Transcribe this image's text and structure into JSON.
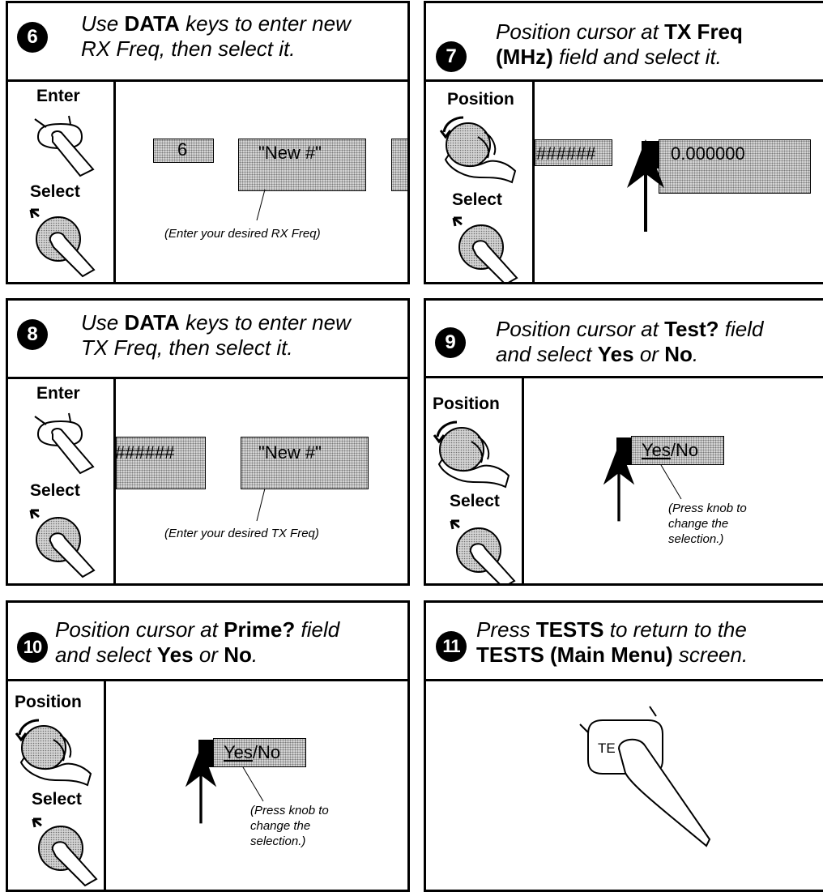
{
  "steps": {
    "s6": {
      "number": "6",
      "line1_a": "Use",
      "line1_b": "DATA",
      "line1_c": "keys to enter new",
      "line2": "RX Freq, then select it.",
      "enter_label": "Enter",
      "select_label": "Select",
      "field_value": "6",
      "field_new": "\"New #\"",
      "note": "(Enter your desired RX Freq)"
    },
    "s7": {
      "number": "7",
      "line1_a": "Position cursor at",
      "line1_b": "TX Freq",
      "line2_a": "(MHz)",
      "line2_b": "field and select it.",
      "position_label": "Position",
      "select_label": "Select",
      "field_hash": "######",
      "field_value": "0.000000"
    },
    "s8": {
      "number": "8",
      "line1_a": "Use",
      "line1_b": "DATA",
      "line1_c": "keys to enter new",
      "line2": "TX Freq, then select it.",
      "enter_label": "Enter",
      "select_label": "Select",
      "field_hash": "######",
      "field_new": "\"New #\"",
      "note": "(Enter your desired TX Freq)"
    },
    "s9": {
      "number": "9",
      "line1_a": "Position cursor at",
      "line1_b": "Test?",
      "line1_c": "field",
      "line2_a": "and select",
      "line2_b": "Yes",
      "line2_c": "or",
      "line2_d": "No",
      "line2_e": ".",
      "position_label": "Position",
      "select_label": "Select",
      "field_yes": "Yes",
      "field_rest": "/No",
      "note1": "(Press knob to",
      "note2": "change the",
      "note3": "selection.)"
    },
    "s10": {
      "number": "10",
      "line1_a": "Position cursor at",
      "line1_b": "Prime?",
      "line1_c": "field",
      "line2_a": "and select",
      "line2_b": "Yes",
      "line2_c": "or",
      "line2_d": "No",
      "line2_e": ".",
      "position_label": "Position",
      "select_label": "Select",
      "field_yes": "Yes",
      "field_rest": "/No",
      "note1": "(Press knob to",
      "note2": "change the",
      "note3": "selection.)"
    },
    "s11": {
      "number": "11",
      "line1_a": "Press",
      "line1_b": "TESTS",
      "line1_c": "to return to the",
      "line2_a": "TESTS (Main Menu)",
      "line2_b": "screen.",
      "key_label": "TE"
    }
  }
}
